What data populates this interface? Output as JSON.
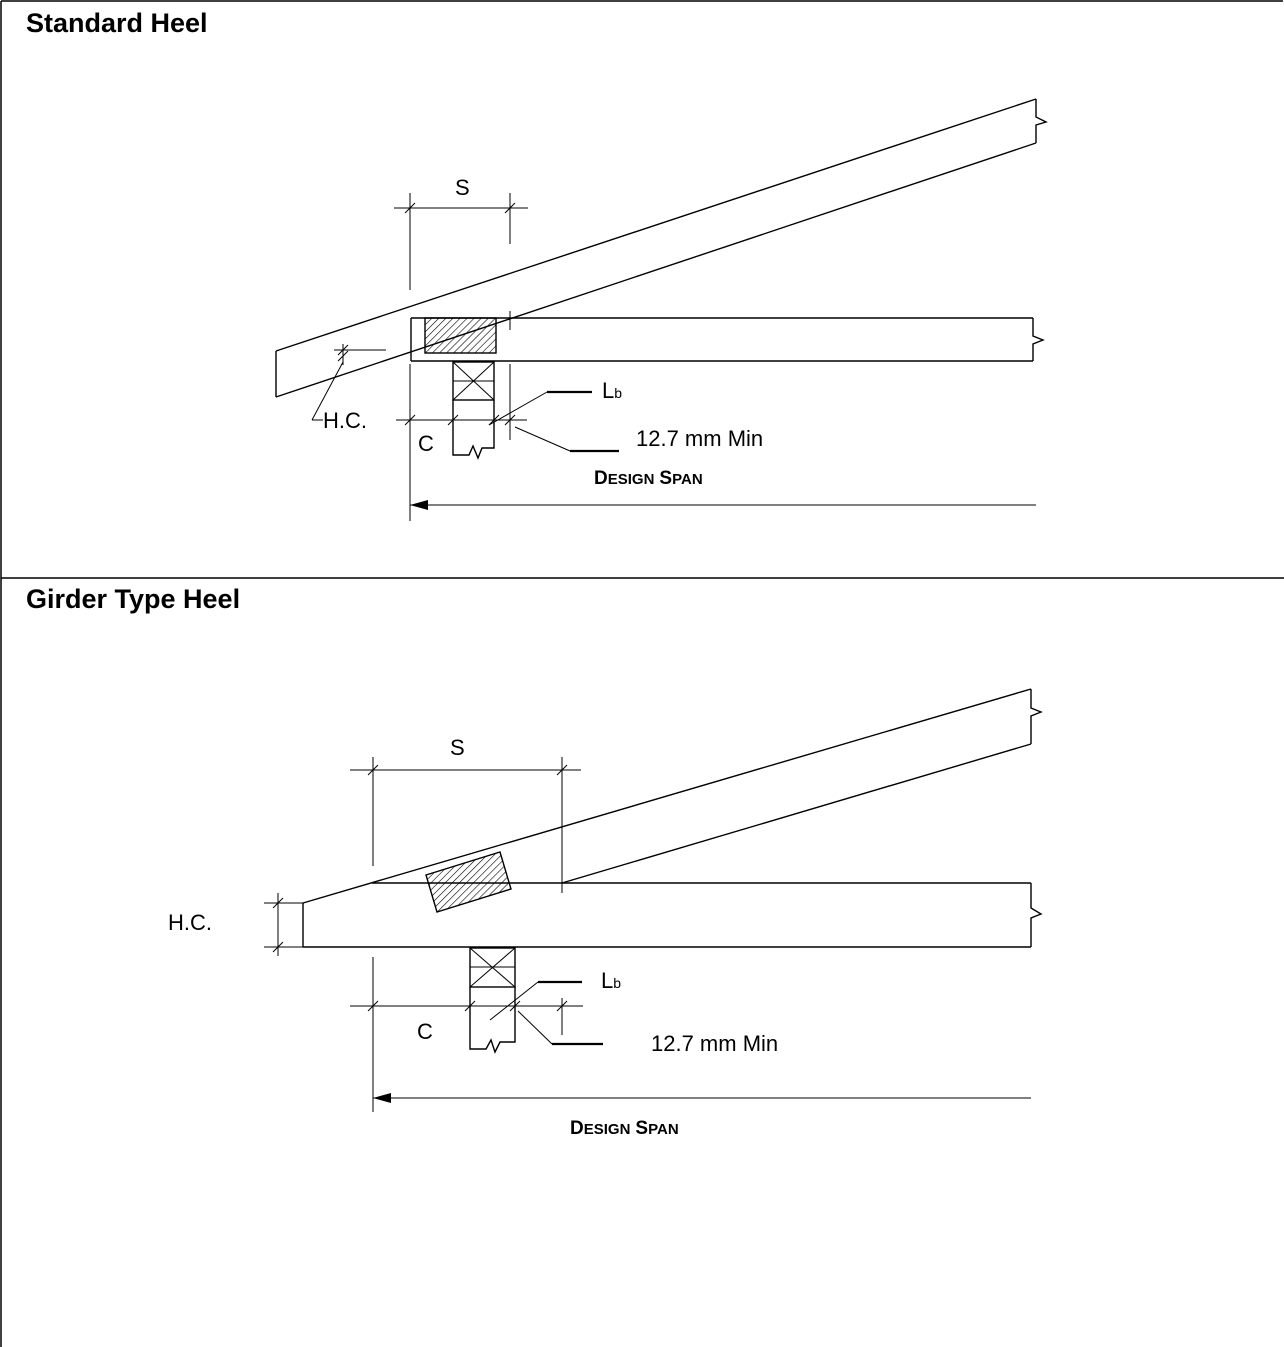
{
  "panels": [
    {
      "title": "Standard Heel",
      "labels": {
        "s": "S",
        "hc": "H.C.",
        "c": "C",
        "lb_main": "L",
        "lb_sub": "b",
        "min": "12.7 mm Min",
        "span_d": "D",
        "span_esign": "ESIGN",
        "span_s": "S",
        "span_pan": "PAN"
      }
    },
    {
      "title": "Girder Type Heel",
      "labels": {
        "s": "S",
        "hc": "H.C.",
        "c": "C",
        "lb_main": "L",
        "lb_sub": "b",
        "min": "12.7 mm Min",
        "span_d": "D",
        "span_esign": "ESIGN",
        "span_s": "S",
        "span_pan": "PAN"
      }
    }
  ]
}
